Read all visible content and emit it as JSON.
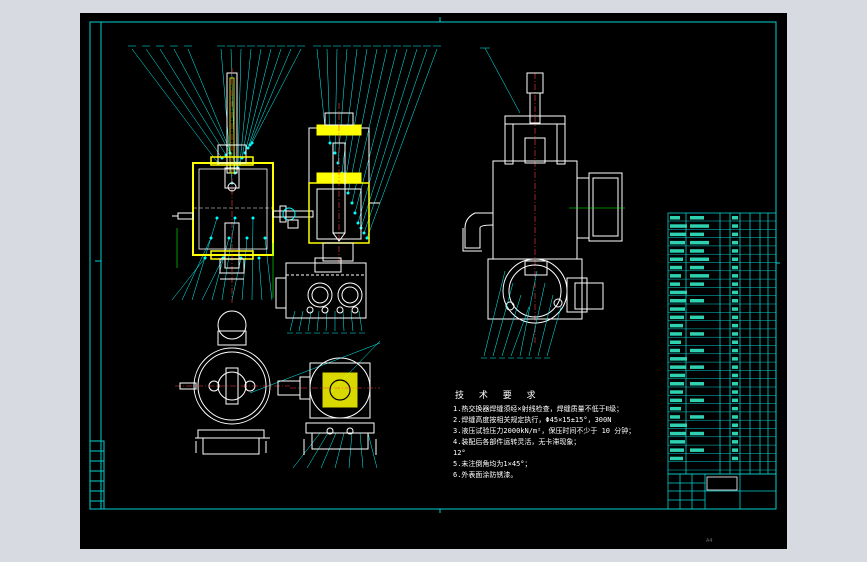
{
  "drawing": {
    "notes_title": "技 术 要 求",
    "notes": [
      "1.热交换器焊缝须经×射线检查，焊缝质量不低于Ⅱ级；",
      "2.焊缝高度按相关规定执行，Φ45×15±15°，300N",
      "3.液压试验压力2000kN/m²，保压时间不少于 10 分钟；",
      "4.装配后各部件运转灵活，无卡滞现象；",
      "  12°",
      "5.未注倒角均为1×45°；",
      "6.外表面涂防锈漆。"
    ],
    "footer_mark": "A4"
  },
  "colors": {
    "background": "#000000",
    "outline": "#ffffff",
    "leader": "#00ffff",
    "frame": "#00d0d0",
    "highlight": "#ffff00",
    "dim": "#00ff00",
    "window_bg": "#d7dbe1"
  }
}
